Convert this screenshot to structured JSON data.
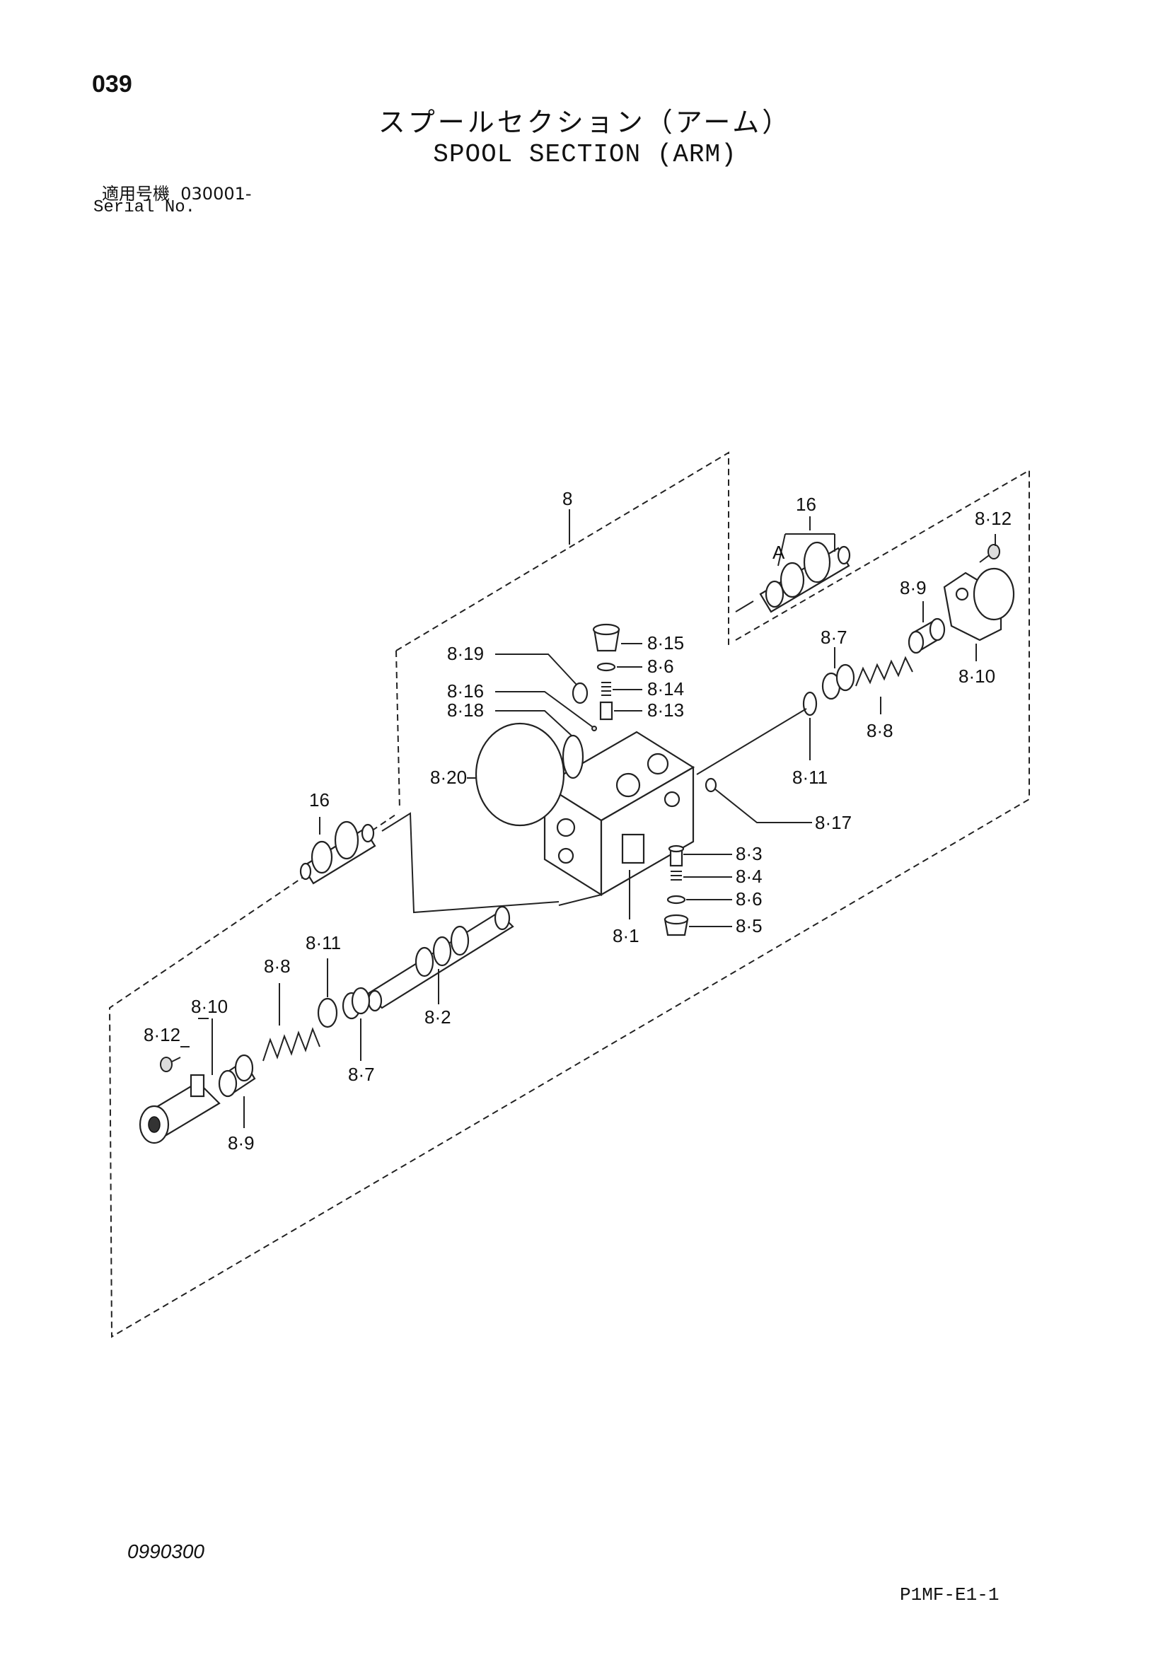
{
  "header": {
    "page_number": "039",
    "title_jp": "スプールセクション（アーム）",
    "title_en": "SPOOL SECTION (ARM)",
    "serial_label_jp": "適用号機",
    "serial_value": "030001-",
    "serial_label_en": "Serial No."
  },
  "callouts": {
    "c8": "8",
    "c16_top": "16",
    "cA": "A",
    "c8_12_top": "8·12",
    "c8_9_top": "8·9",
    "c8_10_top": "8·10",
    "c8_7_top": "8·7",
    "c8_8_top": "8·8",
    "c8_11_top": "8·11",
    "c8_15": "8·15",
    "c8_6_top": "8·6",
    "c8_14": "8·14",
    "c8_13": "8·13",
    "c8_19": "8·19",
    "c8_16": "8·16",
    "c8_18": "8·18",
    "c8_20": "8·20",
    "c8_17": "8·17",
    "c16_left": "16",
    "c8_3": "8·3",
    "c8_4": "8·4",
    "c8_6_bottom": "8·6",
    "c8_5": "8·5",
    "c8_1": "8·1",
    "c8_2": "8·2",
    "c8_11_bottom": "8·11",
    "c8_8_bottom": "8·8",
    "c8_10_bottom": "8·10",
    "c8_12_bottom": "8·12",
    "c8_7_bottom": "8·7",
    "c8_9_bottom": "8·9"
  },
  "footer": {
    "doc_code": "0990300",
    "page_code": "P1MF-E1-1"
  }
}
